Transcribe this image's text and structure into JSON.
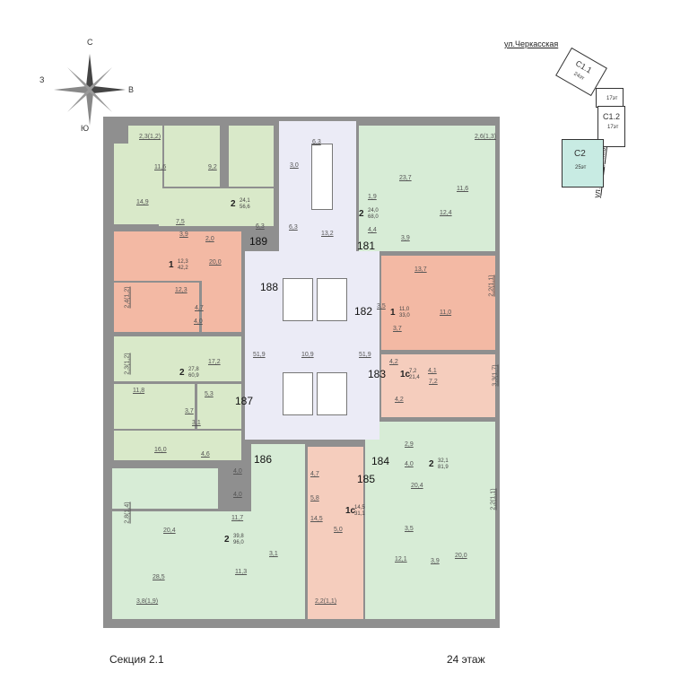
{
  "compass": {
    "n": "С",
    "s": "Ю",
    "w": "З",
    "e": "В"
  },
  "streets": [
    "ул.Черкасская",
    "ул.Серафимы Дерябиной"
  ],
  "site_blocks": [
    {
      "name": "С1.1",
      "floors": "24эт"
    },
    {
      "name": "",
      "floors": "17эт"
    },
    {
      "name": "С1.2",
      "floors": "17эт"
    },
    {
      "name": "С2",
      "floors": "25эт",
      "highlight": "#c8ebe3"
    }
  ],
  "apartments": [
    {
      "no": "189",
      "rooms": "2",
      "living": "24,1",
      "total": "56,6"
    },
    {
      "no": "188",
      "rooms": "1",
      "living": "12,3",
      "total": "42,2"
    },
    {
      "no": "187",
      "rooms": "2",
      "living": "27,8",
      "total": "60,9"
    },
    {
      "no": "186",
      "rooms": "2",
      "living": "39,8",
      "total": "96,0"
    },
    {
      "no": "185",
      "rooms": "1с",
      "living": "14,5",
      "total": "31,1"
    },
    {
      "no": "184",
      "rooms": "2",
      "living": "32,1",
      "total": "81,9"
    },
    {
      "no": "183",
      "rooms": "1с",
      "living": "7,2",
      "total": "21,4"
    },
    {
      "no": "182",
      "rooms": "1",
      "living": "11,0",
      "total": "33,0"
    },
    {
      "no": "181",
      "rooms": "2",
      "living": "24,0",
      "total": "68,0"
    }
  ],
  "areas": [
    "2,3(1,2)",
    "11,6",
    "9,2",
    "14,9",
    "7,5",
    "3,9",
    "2,0",
    "6,3",
    "20,0",
    "12,3",
    "4,7",
    "2,4(1,2)",
    "4,0",
    "2,3(1,2)",
    "17,2",
    "11,8",
    "5,3",
    "3,7",
    "3,1",
    "16,0",
    "4,6",
    "2,8(1,4)",
    "20,4",
    "28,5",
    "11,7",
    "4,0",
    "4,0",
    "3,1",
    "11,3",
    "3,8(1,9)",
    "4,7",
    "5,8",
    "14,5",
    "5,0",
    "2,2(1,1)",
    "6,3",
    "3,0",
    "6,3",
    "13,2",
    "10,9",
    "51,9",
    "51,9",
    "2,6(1,3)",
    "23,7",
    "11,6",
    "1,9",
    "12,4",
    "4,4",
    "3,9",
    "13,7",
    "2,2(1,1)",
    "3,5",
    "11,0",
    "3,7",
    "4,2",
    "4,1",
    "7,2",
    "3,3(1,7)",
    "4,2",
    "2,9",
    "4,0",
    "20,4",
    "2,2(1,1)",
    "3,5",
    "12,1",
    "3,9",
    "20,0"
  ],
  "colors": {
    "green": "#d9e9c9",
    "salmon": "#f3b9a4",
    "corridor": "#ebebf6",
    "wall": "#8f8f8f"
  },
  "footer": {
    "section": "Секция 2.1",
    "floor": "24 этаж"
  }
}
